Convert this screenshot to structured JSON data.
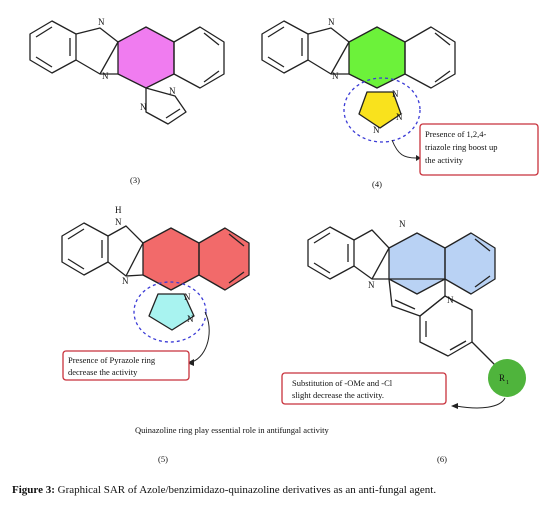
{
  "compounds": [
    {
      "id": "3",
      "label": "(3)"
    },
    {
      "id": "4",
      "label": "(4)"
    },
    {
      "id": "5",
      "label": "(5)"
    },
    {
      "id": "6",
      "label": "(6)"
    }
  ],
  "atoms": {
    "N": "N",
    "H": "H",
    "R1": "R",
    "R1_sub": "1"
  },
  "notes": {
    "triazole": [
      "Presence of 1,2,4-",
      "triazole ring boost up",
      "the activity"
    ],
    "pyrazole": [
      "Presence of Pyrazole ring",
      "decrease the activity"
    ],
    "substitution": [
      "Substitution of -OMe and -Cl",
      "slight decrease the activity."
    ]
  },
  "center_note": "Quinazoline ring play essential role in antifungal activity",
  "caption": {
    "bold": "Figure 3:",
    "text": " Graphical SAR of Azole/benzimidazo-quinazoline derivatives as an anti-fungal   agent."
  },
  "colors": {
    "pink": "#f07cf0",
    "green": "#6cf23a",
    "yellow": "#f9e21d",
    "red": "#f26a6a",
    "cyan": "#a8f3f0",
    "blue": "#b9d2f4",
    "r_green": "#4fb43c",
    "dash_blue": "#3b3bd6",
    "note_red": "#c8323c"
  }
}
